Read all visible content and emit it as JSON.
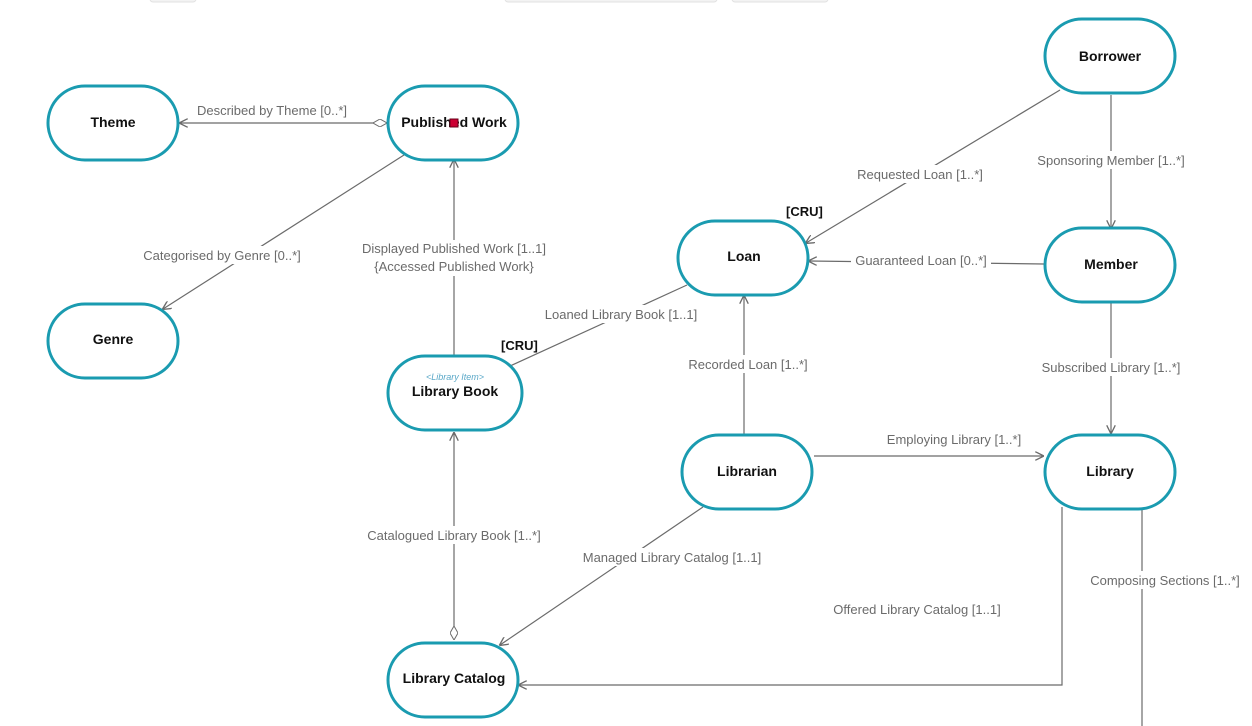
{
  "colors": {
    "node_stroke": "#1a9bb0",
    "edge": "#6b6b6b",
    "stereotype": "#5aa8c8",
    "selection_marker": "#cc0033"
  },
  "nodes": {
    "theme": "Theme",
    "published_work": "Published Work",
    "genre": "Genre",
    "library_book": "Library Book",
    "library_book_stereotype": "<Library Item>",
    "library_catalog": "Library Catalog",
    "loan": "Loan",
    "librarian": "Librarian",
    "borrower": "Borrower",
    "member": "Member",
    "library": "Library"
  },
  "markers": {
    "loan_cru": "[CRU]",
    "library_book_cru": "[CRU]"
  },
  "edges": {
    "described_by_theme": "Described by Theme [0..*]",
    "categorised_by_genre": "Categorised by Genre [0..*]",
    "displayed_published_work": "Displayed Published Work [1..1]",
    "accessed_published_work": "{Accessed Published Work}",
    "loaned_library_book": "Loaned Library Book [1..1]",
    "catalogued_library_book": "Catalogued Library Book [1..*]",
    "managed_library_catalog": "Managed Library Catalog [1..1]",
    "recorded_loan": "Recorded Loan [1..*]",
    "employing_library": "Employing Library [1..*]",
    "requested_loan": "Requested Loan [1..*]",
    "sponsoring_member": "Sponsoring Member [1..*]",
    "guaranteed_loan": "Guaranteed Loan [0..*]",
    "subscribed_library": "Subscribed Library [1..*]",
    "offered_library_catalog": "Offered Library Catalog [1..1]",
    "composing_sections": "Composing Sections [1..*]"
  }
}
